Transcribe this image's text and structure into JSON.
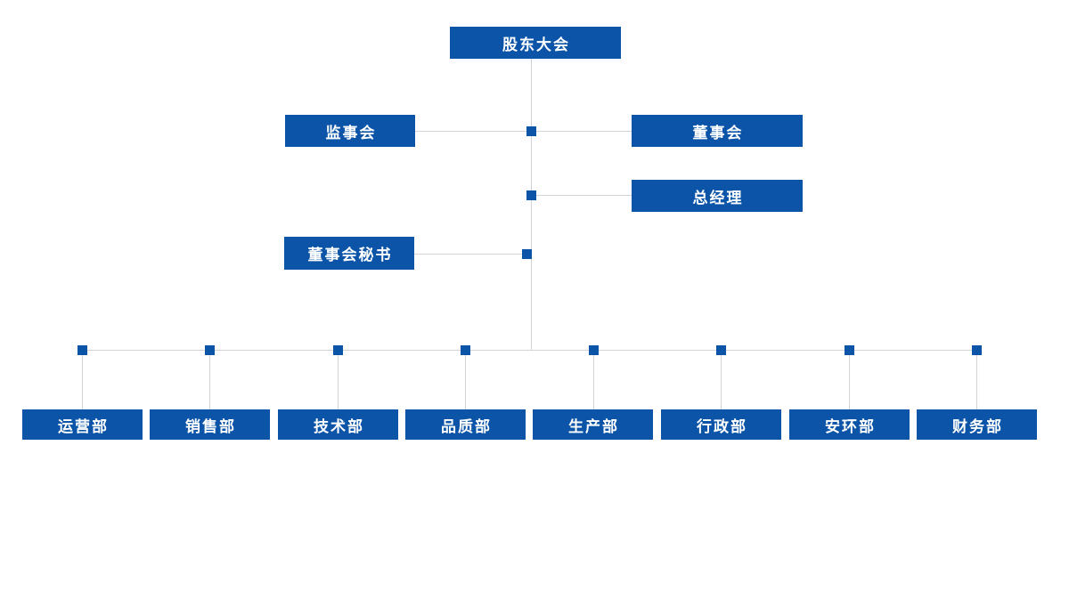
{
  "org_chart": {
    "type": "org-tree",
    "background": "#ffffff",
    "colors": {
      "box_fill": "#0b54a8",
      "box_text": "#ffffff",
      "connector_line": "#d3d3d3",
      "junction_marker": "#0b54a8"
    },
    "nodes": {
      "shareholders_meeting": {
        "label": "股东大会"
      },
      "supervisory_board": {
        "label": "监事会"
      },
      "board_of_directors": {
        "label": "董事会"
      },
      "general_manager": {
        "label": "总经理"
      },
      "board_secretary": {
        "label": "董事会秘书"
      },
      "dept_operations": {
        "label": "运营部"
      },
      "dept_sales": {
        "label": "销售部"
      },
      "dept_technology": {
        "label": "技术部"
      },
      "dept_quality": {
        "label": "品质部"
      },
      "dept_production": {
        "label": "生产部"
      },
      "dept_administration": {
        "label": "行政部"
      },
      "dept_safety_environment": {
        "label": "安环部"
      },
      "dept_finance": {
        "label": "财务部"
      }
    },
    "connections": {
      "spine_top": "股东大会",
      "junctions_on_spine": [
        {
          "left": "监事会",
          "right": "董事会"
        },
        {
          "right": "总经理"
        },
        {
          "left": "董事会秘书"
        }
      ],
      "bottom_row": [
        "运营部",
        "销售部",
        "技术部",
        "品质部",
        "生产部",
        "行政部",
        "安环部",
        "财务部"
      ]
    }
  }
}
